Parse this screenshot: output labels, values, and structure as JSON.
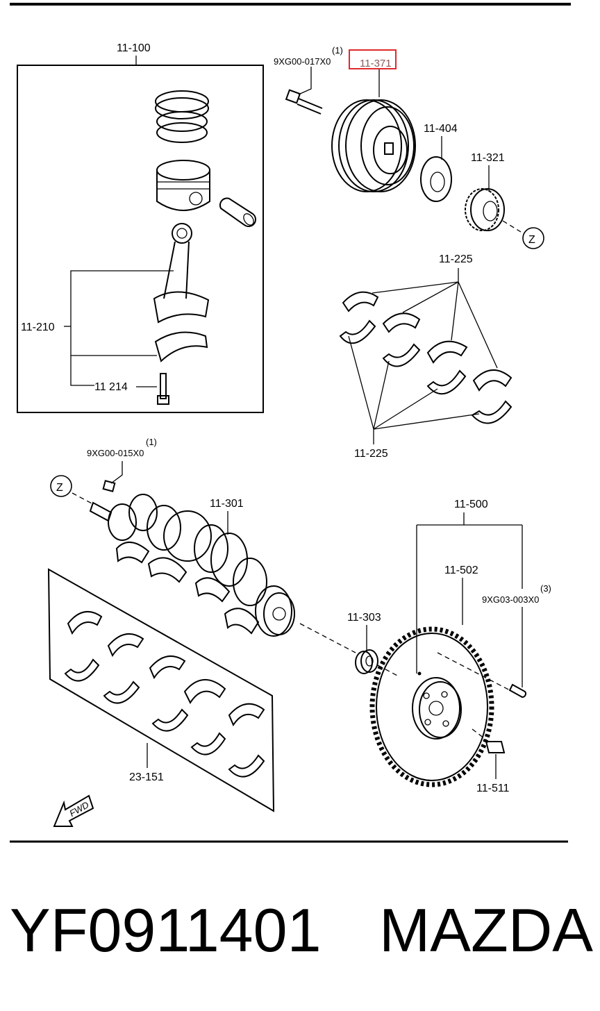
{
  "labels": {
    "piston_assy": "11-100",
    "bolt_top_qty": "(1)",
    "bolt_top_part": "9XG00-017X0",
    "pulley_highlight": "11-371",
    "pulley_key": "11-404",
    "timing_gear": "11-321",
    "z_top": "Z",
    "bearing_top": "11-225",
    "bearing_bottom": "11-225",
    "con_rod": "11-210",
    "rod_bolt": "11 214",
    "plug_qty": "(1)",
    "plug_part": "9XG00-015X0",
    "z_left": "Z",
    "crankshaft": "11-301",
    "flywheel_assy": "11-500",
    "ring_gear": "11-502",
    "pin_qty": "(3)",
    "pin_part": "9XG03-003X0",
    "pilot_bearing": "11-303",
    "main_bearing_set": "23-151",
    "flywheel_bolt": "11-511",
    "fwd": "FWD"
  },
  "highlight_color": "#e0282c",
  "footer": {
    "part_number": "YF0911401",
    "brand": "MAZDA"
  }
}
